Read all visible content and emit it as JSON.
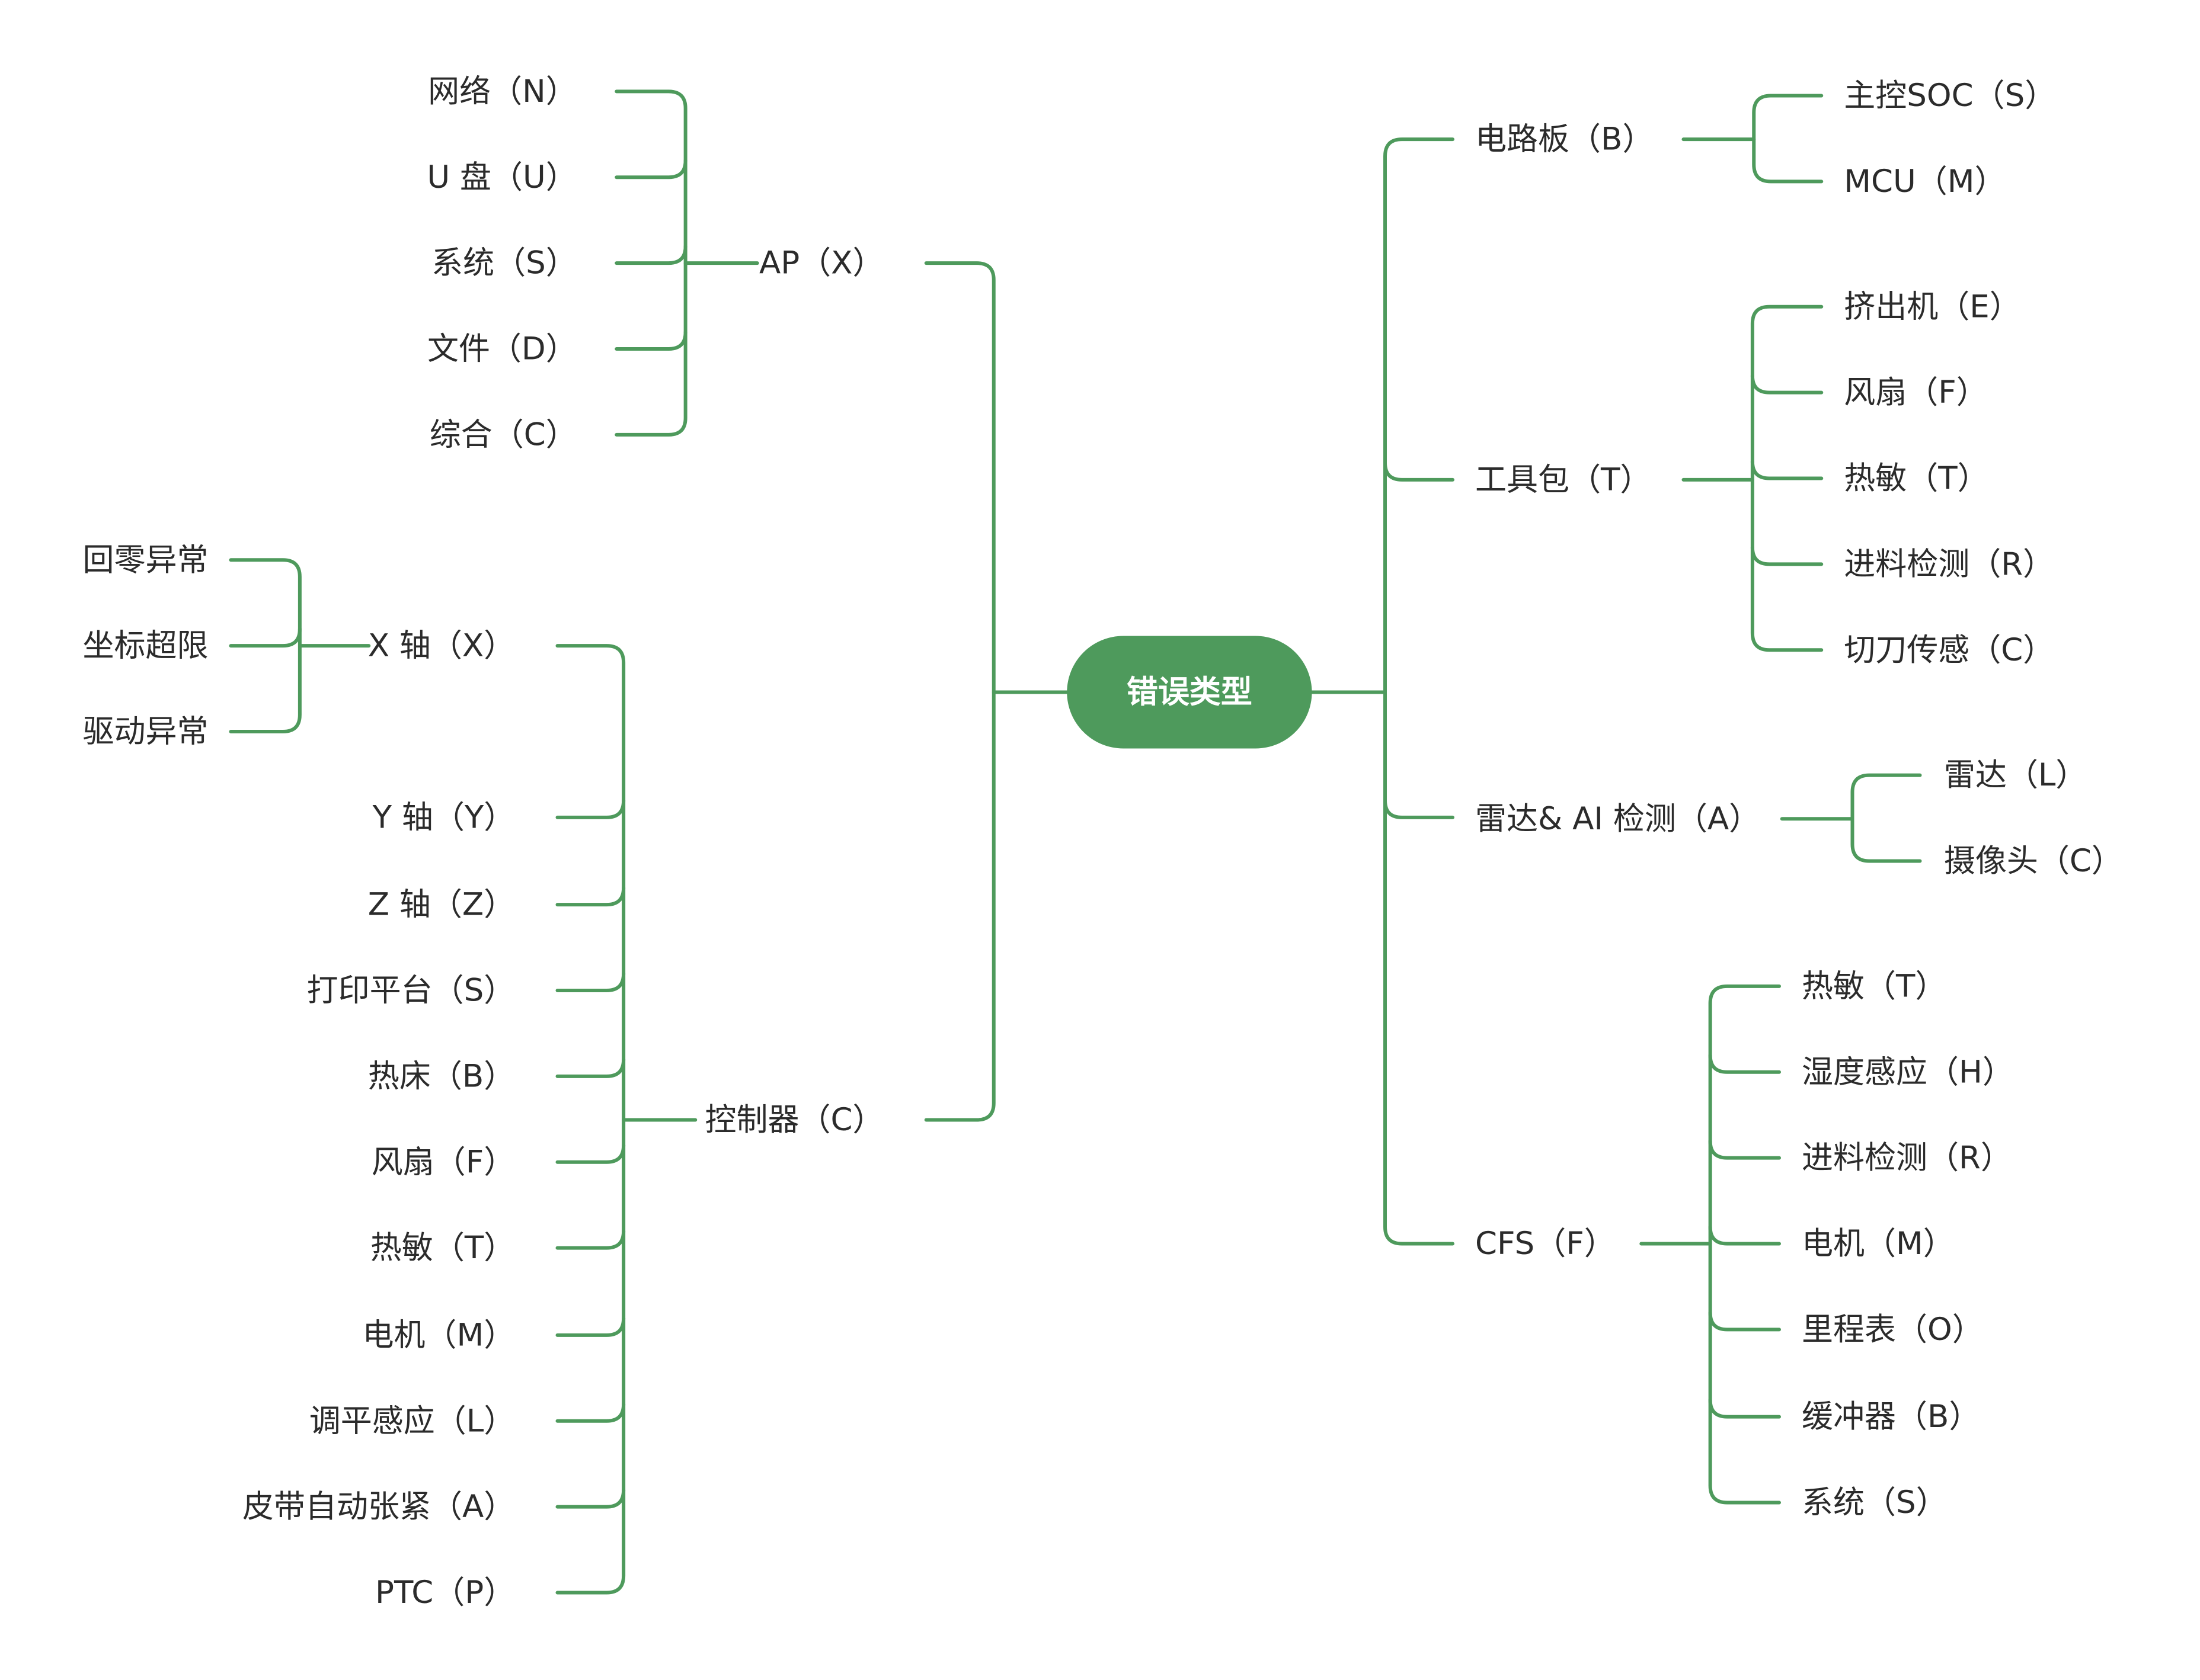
{
  "theme": {
    "line_color": "#4e9a5c",
    "root_fill": "#4e9a5c",
    "root_text_color": "#ffffff",
    "text_color": "#2b2b2b",
    "background": "#ffffff"
  },
  "root": {
    "label": "错误类型"
  },
  "branches": {
    "ap": {
      "label": "AP（X）",
      "children": [
        "网络（N）",
        "U 盘（U）",
        "系统（S）",
        "文件（D）",
        "综合（C）"
      ]
    },
    "controller": {
      "label": "控制器（C）",
      "x_axis": {
        "label": "X 轴（X）",
        "children": [
          "回零异常",
          "坐标超限",
          "驱动异常"
        ]
      },
      "children": [
        "Y 轴（Y）",
        "Z 轴（Z）",
        "打印平台（S）",
        "热床（B）",
        "风扇（F）",
        "热敏（T）",
        "电机（M）",
        "调平感应（L）",
        "皮带自动张紧（A）",
        "PTC（P）"
      ]
    },
    "circuit_board": {
      "label": "电路板（B）",
      "children": [
        "主控SOC（S）",
        "MCU（M）"
      ]
    },
    "toolhead": {
      "label": "工具包（T）",
      "children": [
        "挤出机（E）",
        "风扇（F）",
        "热敏（T）",
        "进料检测（R）",
        "切刀传感（C）"
      ]
    },
    "radar_ai": {
      "label": "雷达& AI 检测（A）",
      "children": [
        "雷达（L）",
        "摄像头（C）"
      ]
    },
    "cfs": {
      "label": "CFS（F）",
      "children": [
        "热敏（T）",
        "湿度感应（H）",
        "进料检测（R）",
        "电机（M）",
        "里程表（O）",
        "缓冲器（B）",
        "系统（S）"
      ]
    }
  }
}
